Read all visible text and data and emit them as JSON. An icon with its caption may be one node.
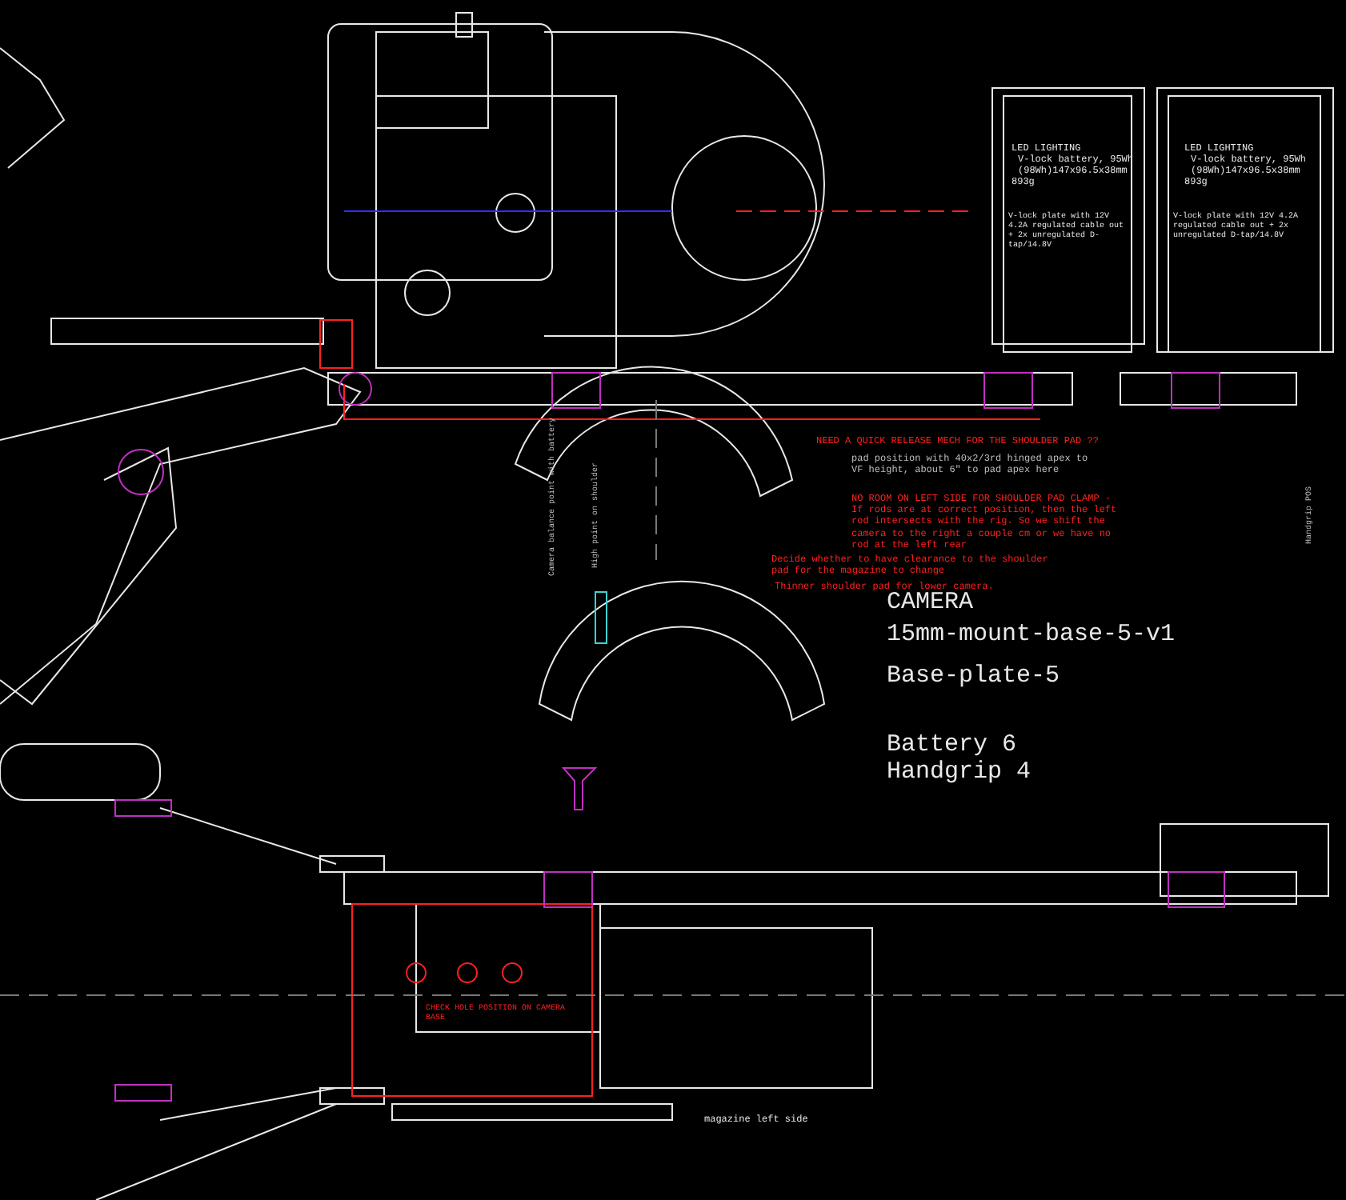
{
  "diagram": {
    "labels": [
      "LED LIGHTING",
      "V-lock battery, 95Wh",
      "(98Wh)147x96.5x38mm",
      "893g",
      "V-lock plate with 12V 4.2A regulated cable out + 2x unregulated D-tap/14.8V",
      "LED LIGHTING",
      "V-lock battery, 95Wh",
      "(98Wh)147x96.5x38mm",
      "893g",
      "V-lock plate with 12V 4.2A regulated cable out + 2x unregulated D-tap/14.8V",
      "NEED A QUICK RELEASE MECH FOR THE SHOULDER PAD ??",
      "pad position with 40x2/3rd hinged apex to VF height, about 6\" to pad apex here",
      "NO ROOM ON LEFT SIDE FOR SHOULDER PAD CLAMP - If rods are at correct position, then the left rod intersects with the rig. So we shift the camera to the right a couple cm or we have no rod at the left rear",
      "Decide whether to have clearance to the shoulder pad for the magazine to change",
      "Thinner shoulder pad for lower camera.",
      "Camera balance point with battery",
      "High point on shoulder",
      "CAMERA",
      "15mm-mount-base-5-v1",
      "Base-plate-5",
      "Battery 6",
      "Handgrip 4",
      "Handgrip POS",
      "CHECK HOLE POSITION ON CAMERA BASE",
      "magazine left side"
    ]
  }
}
